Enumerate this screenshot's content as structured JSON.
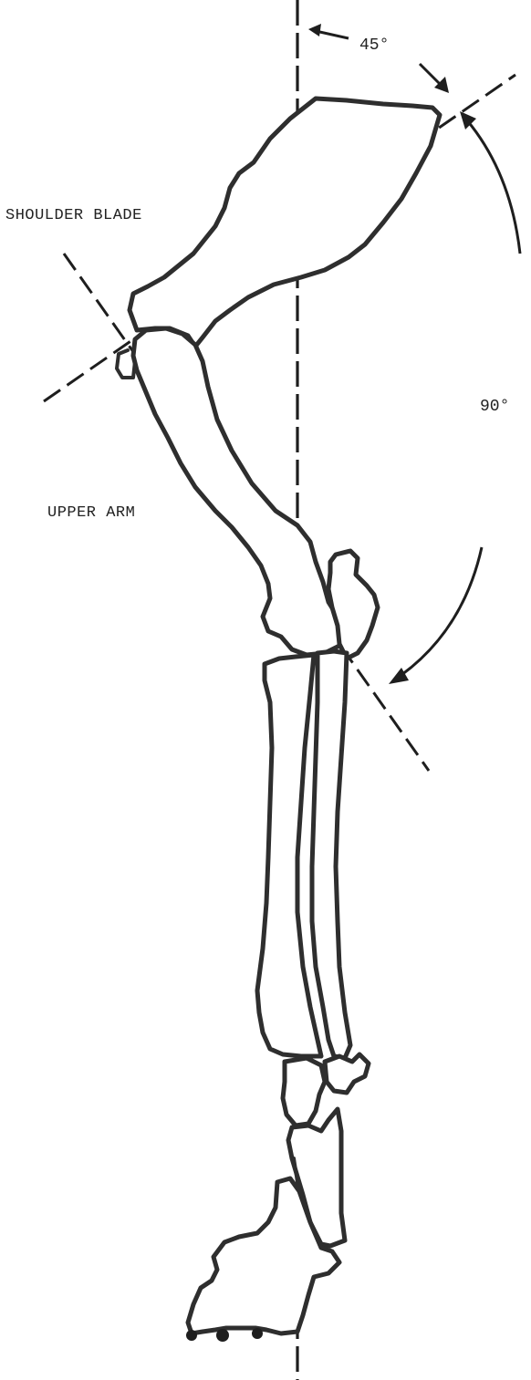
{
  "labels": {
    "shoulder_blade": "SHOULDER BLADE",
    "upper_arm": "UPPER ARM"
  },
  "angles": {
    "top": "45°",
    "side": "90°"
  },
  "colors": {
    "ink": "#2e2e2e",
    "background": "#ffffff"
  }
}
